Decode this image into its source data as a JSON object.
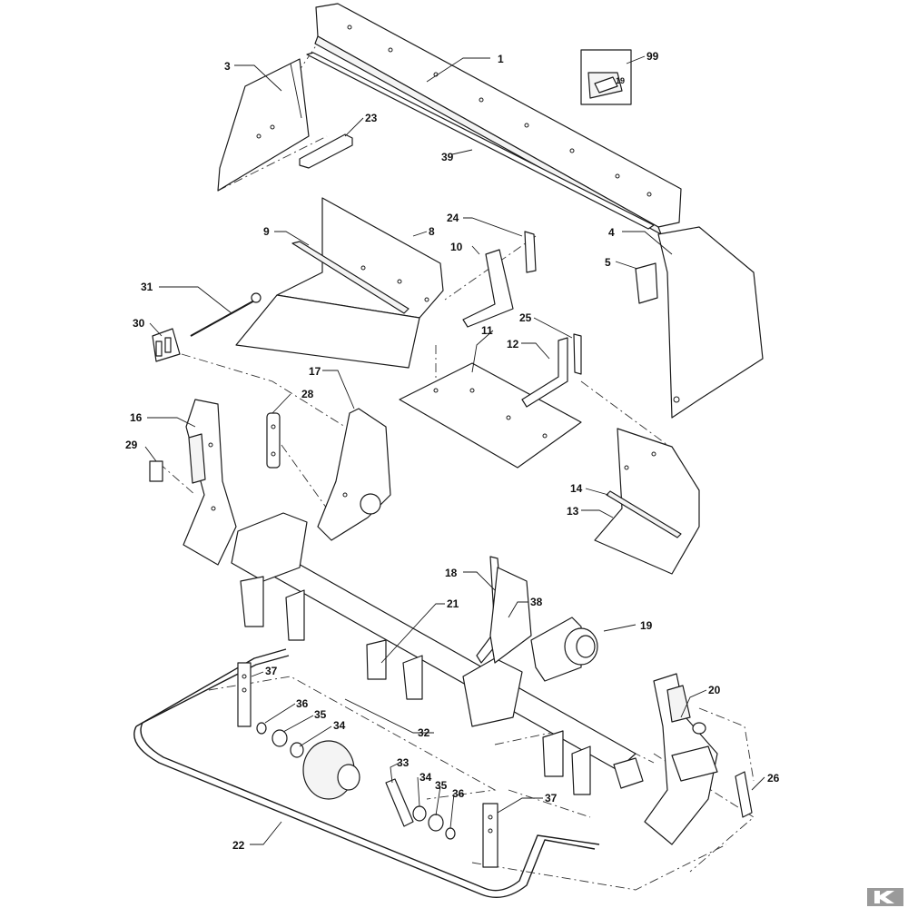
{
  "parts": [
    {
      "id": "p1",
      "label": "1"
    },
    {
      "id": "p3",
      "label": "3"
    },
    {
      "id": "p4",
      "label": "4"
    },
    {
      "id": "p5",
      "label": "5"
    },
    {
      "id": "p8",
      "label": "8"
    },
    {
      "id": "p9",
      "label": "9"
    },
    {
      "id": "p10",
      "label": "10"
    },
    {
      "id": "p11",
      "label": "11"
    },
    {
      "id": "p12",
      "label": "12"
    },
    {
      "id": "p13",
      "label": "13"
    },
    {
      "id": "p14",
      "label": "14"
    },
    {
      "id": "p16",
      "label": "16"
    },
    {
      "id": "p17",
      "label": "17"
    },
    {
      "id": "p18",
      "label": "18"
    },
    {
      "id": "p19",
      "label": "19"
    },
    {
      "id": "p20",
      "label": "20"
    },
    {
      "id": "p21",
      "label": "21"
    },
    {
      "id": "p22",
      "label": "22"
    },
    {
      "id": "p23",
      "label": "23"
    },
    {
      "id": "p24",
      "label": "24"
    },
    {
      "id": "p25",
      "label": "25"
    },
    {
      "id": "p26",
      "label": "26"
    },
    {
      "id": "p28",
      "label": "28"
    },
    {
      "id": "p29",
      "label": "29"
    },
    {
      "id": "p30",
      "label": "30"
    },
    {
      "id": "p31",
      "label": "31"
    },
    {
      "id": "p32",
      "label": "32"
    },
    {
      "id": "p33",
      "label": "33"
    },
    {
      "id": "p34a",
      "label": "34"
    },
    {
      "id": "p34b",
      "label": "34"
    },
    {
      "id": "p35a",
      "label": "35"
    },
    {
      "id": "p35b",
      "label": "35"
    },
    {
      "id": "p36a",
      "label": "36"
    },
    {
      "id": "p36b",
      "label": "36"
    },
    {
      "id": "p37a",
      "label": "37"
    },
    {
      "id": "p37b",
      "label": "37"
    },
    {
      "id": "p38",
      "label": "38"
    },
    {
      "id": "p39",
      "label": "39"
    },
    {
      "id": "p99",
      "label": "99"
    }
  ],
  "kit_bag": {
    "number": "19"
  },
  "brand": {
    "letter": "K",
    "box_color": "#9a9a9a",
    "mark_color": "#ffffff"
  }
}
